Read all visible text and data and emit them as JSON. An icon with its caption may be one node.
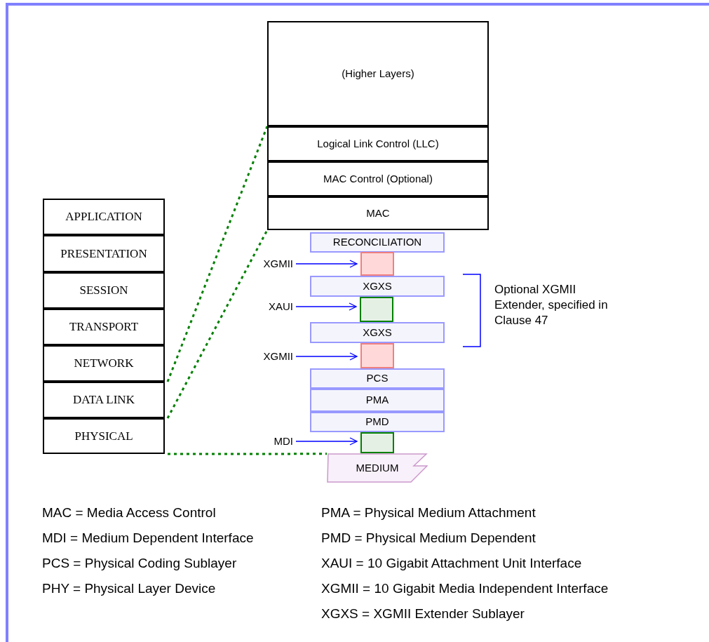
{
  "diagram": {
    "nodes": [
      {
        "text": [
          "APPLICATION"
        ]
      },
      {
        "text": [
          "PRESENTATION"
        ]
      },
      {
        "text": [
          "SESSION"
        ]
      },
      {
        "text": [
          "TRANSPORT"
        ]
      },
      {
        "text": [
          "NETWORK"
        ]
      },
      {
        "text": [
          "DATA LINK"
        ]
      },
      {
        "text": [
          "PHYSICAL"
        ]
      },
      {
        "text": [
          "(Higher Layers)"
        ]
      },
      {
        "text": [
          "Logical Link Control (LLC)"
        ]
      },
      {
        "text": [
          "MAC Control (Optional)"
        ]
      },
      {
        "text": [
          "MAC"
        ]
      },
      {
        "text": [
          "RECONCILIATION"
        ]
      },
      {
        "text": [],
        "shape": "box"
      },
      {
        "text": [
          "XGXS"
        ]
      },
      {
        "text": [],
        "shape": "box"
      },
      {
        "text": [
          "XGXS"
        ]
      },
      {
        "text": [],
        "shape": "box"
      },
      {
        "text": [
          "PCS"
        ]
      },
      {
        "text": [
          "PMA"
        ]
      },
      {
        "text": [
          "PMD"
        ]
      },
      {
        "text": [],
        "shape": "box"
      },
      {
        "text": [
          "MEDIUM"
        ]
      },
      {
        "text": [
          "XGMII"
        ]
      },
      {
        "text": [
          "XAUI"
        ]
      },
      {
        "text": [
          "XGMII"
        ]
      },
      {
        "text": [
          "MDI"
        ]
      }
    ],
    "edges": [
      {
        "from": 22,
        "to": 12,
        "arrow": "to"
      },
      {
        "from": 23,
        "to": 14,
        "arrow": "to"
      },
      {
        "from": 24,
        "to": 16,
        "arrow": "to"
      },
      {
        "from": 25,
        "to": 20,
        "arrow": "to"
      },
      {
        "from": 5,
        "to": 8,
        "arrow": "none",
        "style": "dashed",
        "color": "#008000"
      },
      {
        "from": 5,
        "to": 10,
        "arrow": "none",
        "style": "dashed",
        "color": "#008000"
      },
      {
        "from": 6,
        "to": 21,
        "arrow": "none",
        "style": "dashed",
        "color": "#008000"
      }
    ],
    "labels": [
      "Optional XGMII Extender, specified in Clause 47",
      "MAC = Media Access Control",
      "MDI = Medium Dependent Interface",
      "PCS = Physical Coding Sublayer",
      "PHY = Physical Layer Device",
      "PMA = Physical Medium Attachment",
      "PMD = Physical Medium Dependent",
      "XAUI = 10 Gigabit Attachment Unit Interface",
      "XGMII = 10 Gigabit Media Independent Interface",
      "XGXS = XGMII Extender Sublayer"
    ]
  }
}
